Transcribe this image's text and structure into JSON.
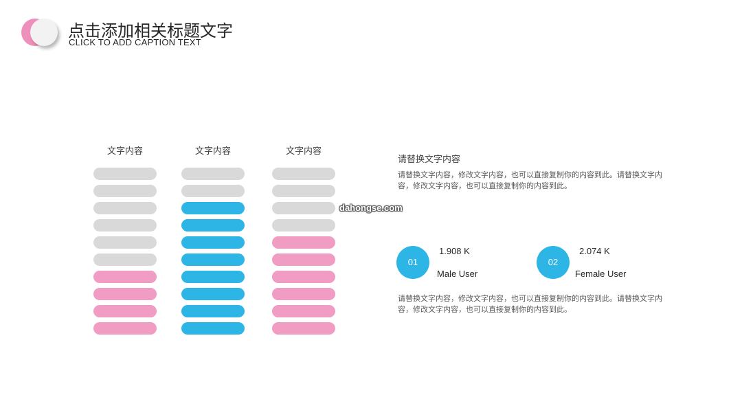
{
  "header": {
    "title": "点击添加相关标题文字",
    "subtitle": "CLICK TO ADD CAPTION TEXT"
  },
  "colors": {
    "gray": "#d9d9d9",
    "blue": "#2db5e5",
    "pink": "#f09cc3",
    "logo_pink": "#ef8fbb"
  },
  "columns": [
    {
      "label": "文字内容",
      "bars": [
        "gray",
        "gray",
        "gray",
        "gray",
        "gray",
        "gray",
        "pink",
        "pink",
        "pink",
        "pink"
      ]
    },
    {
      "label": "文字内容",
      "bars": [
        "gray",
        "gray",
        "blue",
        "blue",
        "blue",
        "blue",
        "blue",
        "blue",
        "blue",
        "blue"
      ]
    },
    {
      "label": "文字内容",
      "bars": [
        "gray",
        "gray",
        "gray",
        "gray",
        "pink",
        "pink",
        "pink",
        "pink",
        "pink",
        "pink"
      ]
    }
  ],
  "description": {
    "title": "请替换文字内容",
    "paragraph1": "请替换文字内容，修改文字内容，也可以直接复制你的内容到此。请替换文字内容，修改文字内容，也可以直接复制你的内容到此。",
    "paragraph2": "请替换文字内容，修改文字内容，也可以直接复制你的内容到此。请替换文字内容，修改文字内容，也可以直接复制你的内容到此。"
  },
  "stats": [
    {
      "number": "01",
      "value": "1.908 K",
      "label": "Male User"
    },
    {
      "number": "02",
      "value": "2.074 K",
      "label": "Female User"
    }
  ],
  "watermark": "dahongse.com"
}
